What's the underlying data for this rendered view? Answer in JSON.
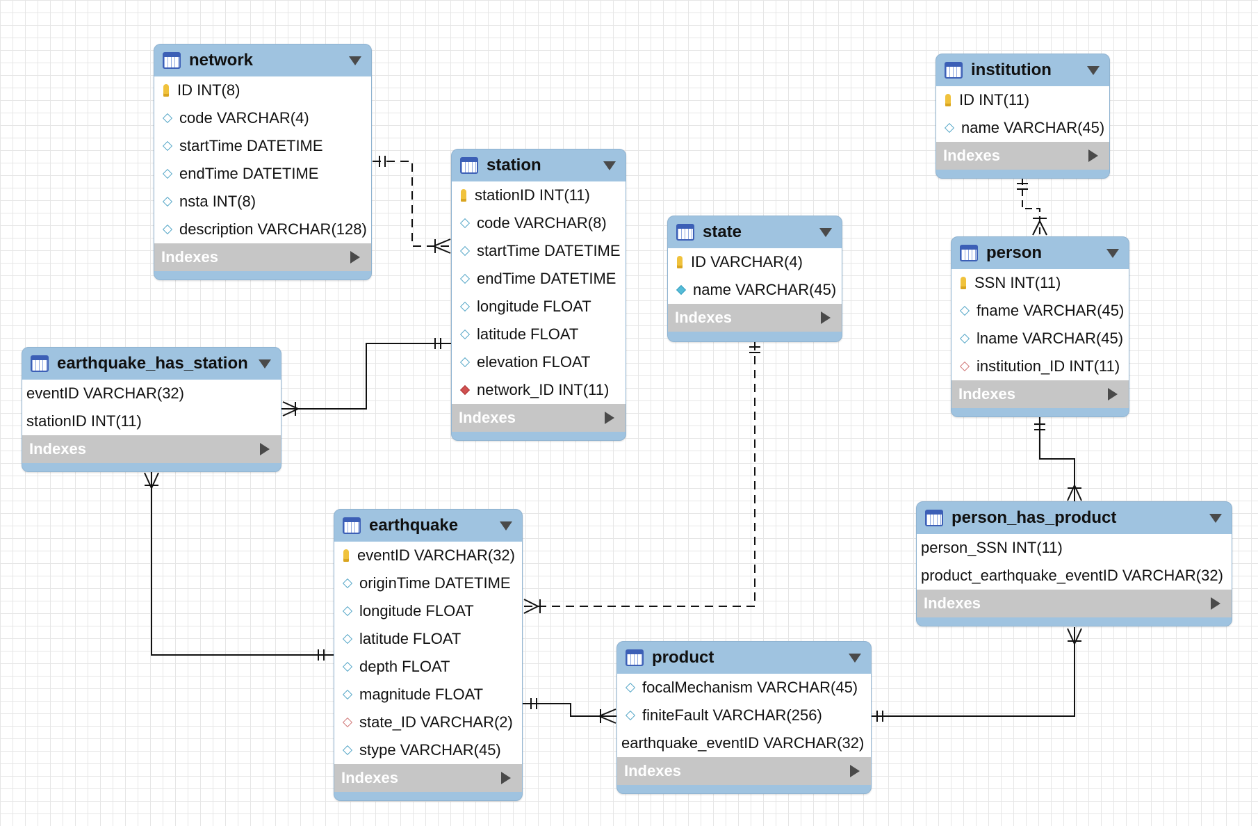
{
  "tables": {
    "network": {
      "name": "network",
      "columns": [
        "ID INT(8)",
        "code VARCHAR(4)",
        "startTime DATETIME",
        "endTime DATETIME",
        "nsta INT(8)",
        "description VARCHAR(128)"
      ],
      "indexes": "Indexes"
    },
    "station": {
      "name": "station",
      "columns": [
        "stationID INT(11)",
        "code VARCHAR(8)",
        "startTime DATETIME",
        "endTime DATETIME",
        "longitude FLOAT",
        "latitude FLOAT",
        "elevation FLOAT",
        "network_ID INT(11)"
      ],
      "indexes": "Indexes"
    },
    "state": {
      "name": "state",
      "columns": [
        "ID VARCHAR(4)",
        "name VARCHAR(45)"
      ],
      "indexes": "Indexes"
    },
    "institution": {
      "name": "institution",
      "columns": [
        "ID INT(11)",
        "name VARCHAR(45)"
      ],
      "indexes": "Indexes"
    },
    "person": {
      "name": "person",
      "columns": [
        "SSN INT(11)",
        "fname VARCHAR(45)",
        "lname VARCHAR(45)",
        "institution_ID INT(11)"
      ],
      "indexes": "Indexes"
    },
    "earthquake_has_station": {
      "name": "earthquake_has_station",
      "columns": [
        "eventID VARCHAR(32)",
        "stationID INT(11)"
      ],
      "indexes": "Indexes"
    },
    "earthquake": {
      "name": "earthquake",
      "columns": [
        "eventID VARCHAR(32)",
        "originTime DATETIME",
        "longitude FLOAT",
        "latitude FLOAT",
        "depth FLOAT",
        "magnitude FLOAT",
        "state_ID VARCHAR(2)",
        "stype VARCHAR(45)"
      ],
      "indexes": "Indexes"
    },
    "product": {
      "name": "product",
      "columns": [
        "focalMechanism VARCHAR(45)",
        "finiteFault VARCHAR(256)",
        "earthquake_eventID VARCHAR(32)"
      ],
      "indexes": "Indexes"
    },
    "person_has_product": {
      "name": "person_has_product",
      "columns": [
        "person_SSN INT(11)",
        "product_earthquake_eventID VARCHAR(32)"
      ],
      "indexes": "Indexes"
    }
  },
  "icons": {
    "table": "table-icon",
    "primary_key": "key-icon",
    "column": "diamond-icon",
    "foreign_key": "red-diamond-icon",
    "expand": "triangle-down-icon",
    "indexes_expand": "play-arrow-icon"
  },
  "colors": {
    "header": "#9fc3e0",
    "indexes_bar": "#c6c6c6",
    "grid": "#e6e6e6",
    "relationship_line": "#111111"
  }
}
